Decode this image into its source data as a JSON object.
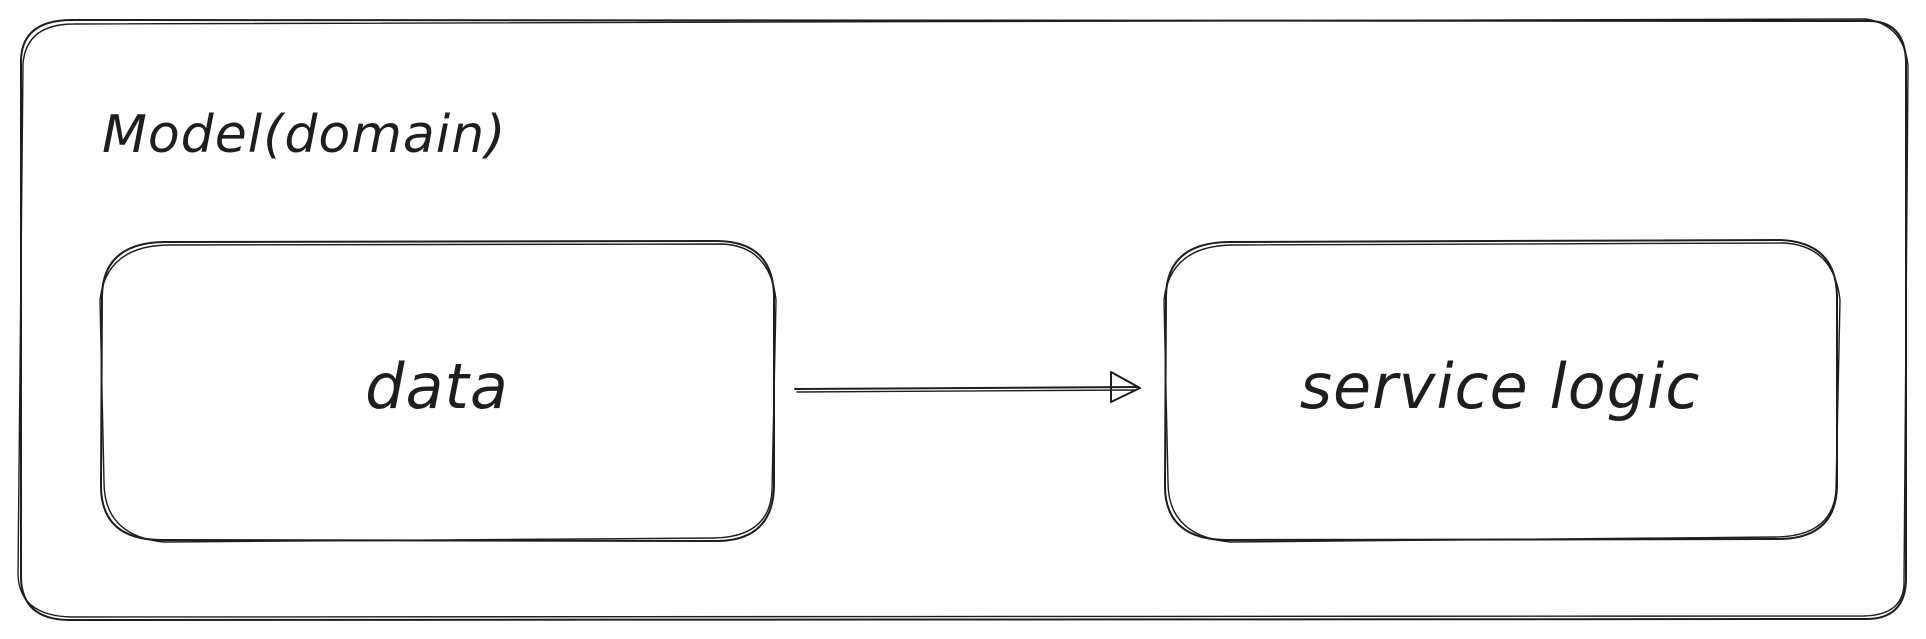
{
  "diagram": {
    "container": {
      "title": "Model(domain)"
    },
    "nodes": [
      {
        "id": "data",
        "label": "data"
      },
      {
        "id": "service-logic",
        "label": "service logic"
      }
    ],
    "edges": [
      {
        "from": "data",
        "to": "service-logic",
        "directed": true
      }
    ],
    "colors": {
      "stroke": "#1e1e1e",
      "background": "#ffffff"
    }
  }
}
